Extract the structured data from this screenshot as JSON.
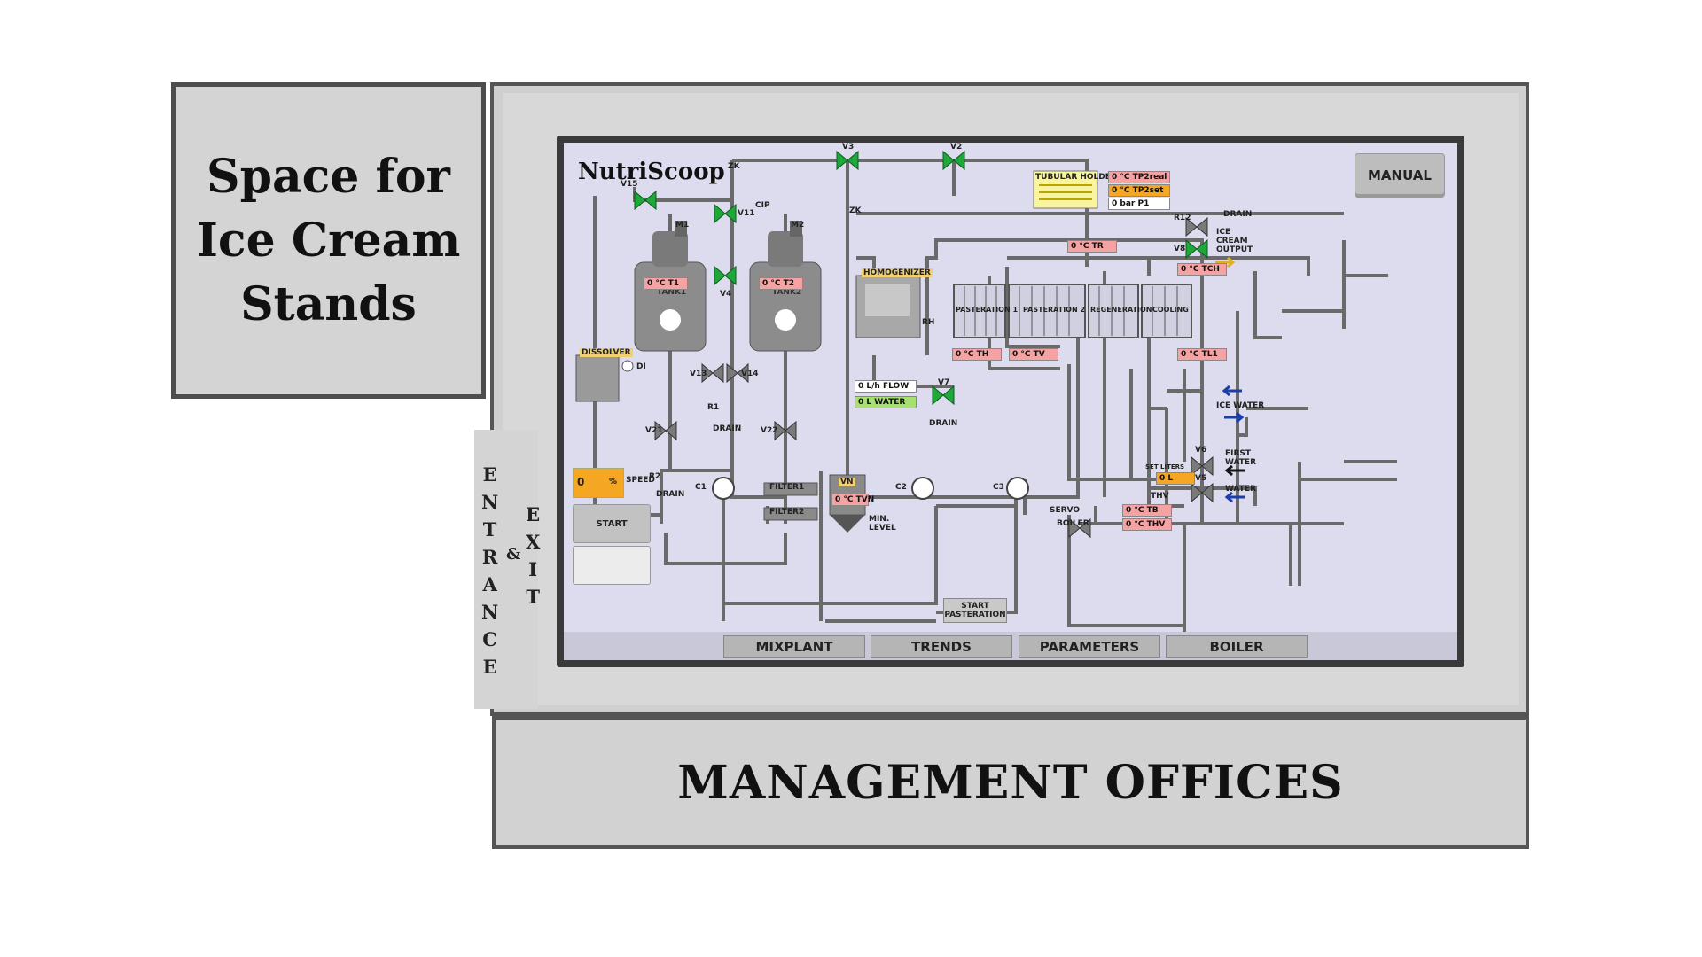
{
  "floor": {
    "stands_lines": [
      "Space for",
      "Ice Cream",
      "Stands"
    ],
    "entrance_left": [
      "E",
      "N",
      "T",
      "R",
      "A",
      "N",
      "C",
      "E"
    ],
    "entrance_amp": "&",
    "entrance_right": [
      "E",
      "X",
      "I",
      "T"
    ],
    "offices_label": "MANAGEMENT OFFICES"
  },
  "hmi": {
    "brand": "NutriScoop",
    "manual_button": "MANUAL",
    "tabs": [
      "MIXPLANT",
      "TRENDS",
      "PARAMETERS",
      "BOILER"
    ],
    "start_button": "START",
    "start_past_button": "START\nPASTERATION",
    "labels": {
      "tank1": "TANK1",
      "tank2": "TANK2",
      "m1": "M1",
      "m2": "M2",
      "dissolver": "DISSOLVER",
      "di": "DI",
      "speed": "SPEED",
      "homogenizer": "HOMOGENIZER",
      "rh": "RH",
      "tubular_holder": "TUBULAR HOLDER",
      "pasteration1": "PASTERATION 1",
      "pasteration2": "PASTERATION 2",
      "regeneration": "REGENERATION",
      "cooling": "COOLING",
      "ice_cream_output": "ICE CREAM OUTPUT",
      "ice_water": "ICE WATER",
      "first_water": "FIRST WATER",
      "water": "WATER",
      "filter1": "FILTER1",
      "filter2": "FILTER2",
      "vn": "VN",
      "min_level": "MIN. LEVEL",
      "servo": "SERVO",
      "boiler": "BOILER",
      "set_liters": "SET LITERS",
      "drain": "DRAIN",
      "cip": "CIP",
      "thv": "THV",
      "valves": [
        "V15",
        "V11",
        "V4",
        "V3",
        "V2",
        "V13",
        "V14",
        "V21",
        "V22",
        "V7",
        "R12",
        "V8",
        "V6",
        "V5",
        "ZK",
        "ZK",
        "R1",
        "R2"
      ],
      "pumps": [
        "C1",
        "C2",
        "C3"
      ]
    },
    "readouts": {
      "t1": {
        "value": "0",
        "unit": "°C",
        "tag": "T1"
      },
      "t2": {
        "value": "0",
        "unit": "°C",
        "tag": "T2"
      },
      "tp2real": {
        "value": "0",
        "unit": "°C",
        "tag": "TP2real"
      },
      "tp2set": {
        "value": "0",
        "unit": "°C",
        "tag": "TP2set"
      },
      "p1": {
        "value": "0",
        "unit": "bar",
        "tag": "P1"
      },
      "tr": {
        "value": "0",
        "unit": "°C",
        "tag": "TR"
      },
      "tch": {
        "value": "0",
        "unit": "°C",
        "tag": "TCH"
      },
      "th": {
        "value": "0",
        "unit": "°C",
        "tag": "TH"
      },
      "tv": {
        "value": "0",
        "unit": "°C",
        "tag": "TV"
      },
      "tl1": {
        "value": "0",
        "unit": "°C",
        "tag": "TL1"
      },
      "flow": {
        "value": "0",
        "unit": "L/h",
        "tag": "FLOW"
      },
      "water": {
        "value": "0",
        "unit": "L",
        "tag": "WATER"
      },
      "speed": {
        "value": "0",
        "unit": "%"
      },
      "tvn": {
        "value": "0",
        "unit": "°C",
        "tag": "TVN"
      },
      "setl": {
        "value": "0",
        "unit": "L"
      },
      "tb": {
        "value": "0",
        "unit": "°C",
        "tag": "TB"
      },
      "thv": {
        "value": "0",
        "unit": "°C",
        "tag": "THV"
      }
    },
    "colors": {
      "valve_green": "#1fa83a",
      "pipe": "#6a6a6a",
      "readout_red": "#f4a2a2",
      "readout_orange": "#f5a623",
      "arrow_blue": "#1a3fa8",
      "arrow_yellow": "#e0b020"
    }
  }
}
